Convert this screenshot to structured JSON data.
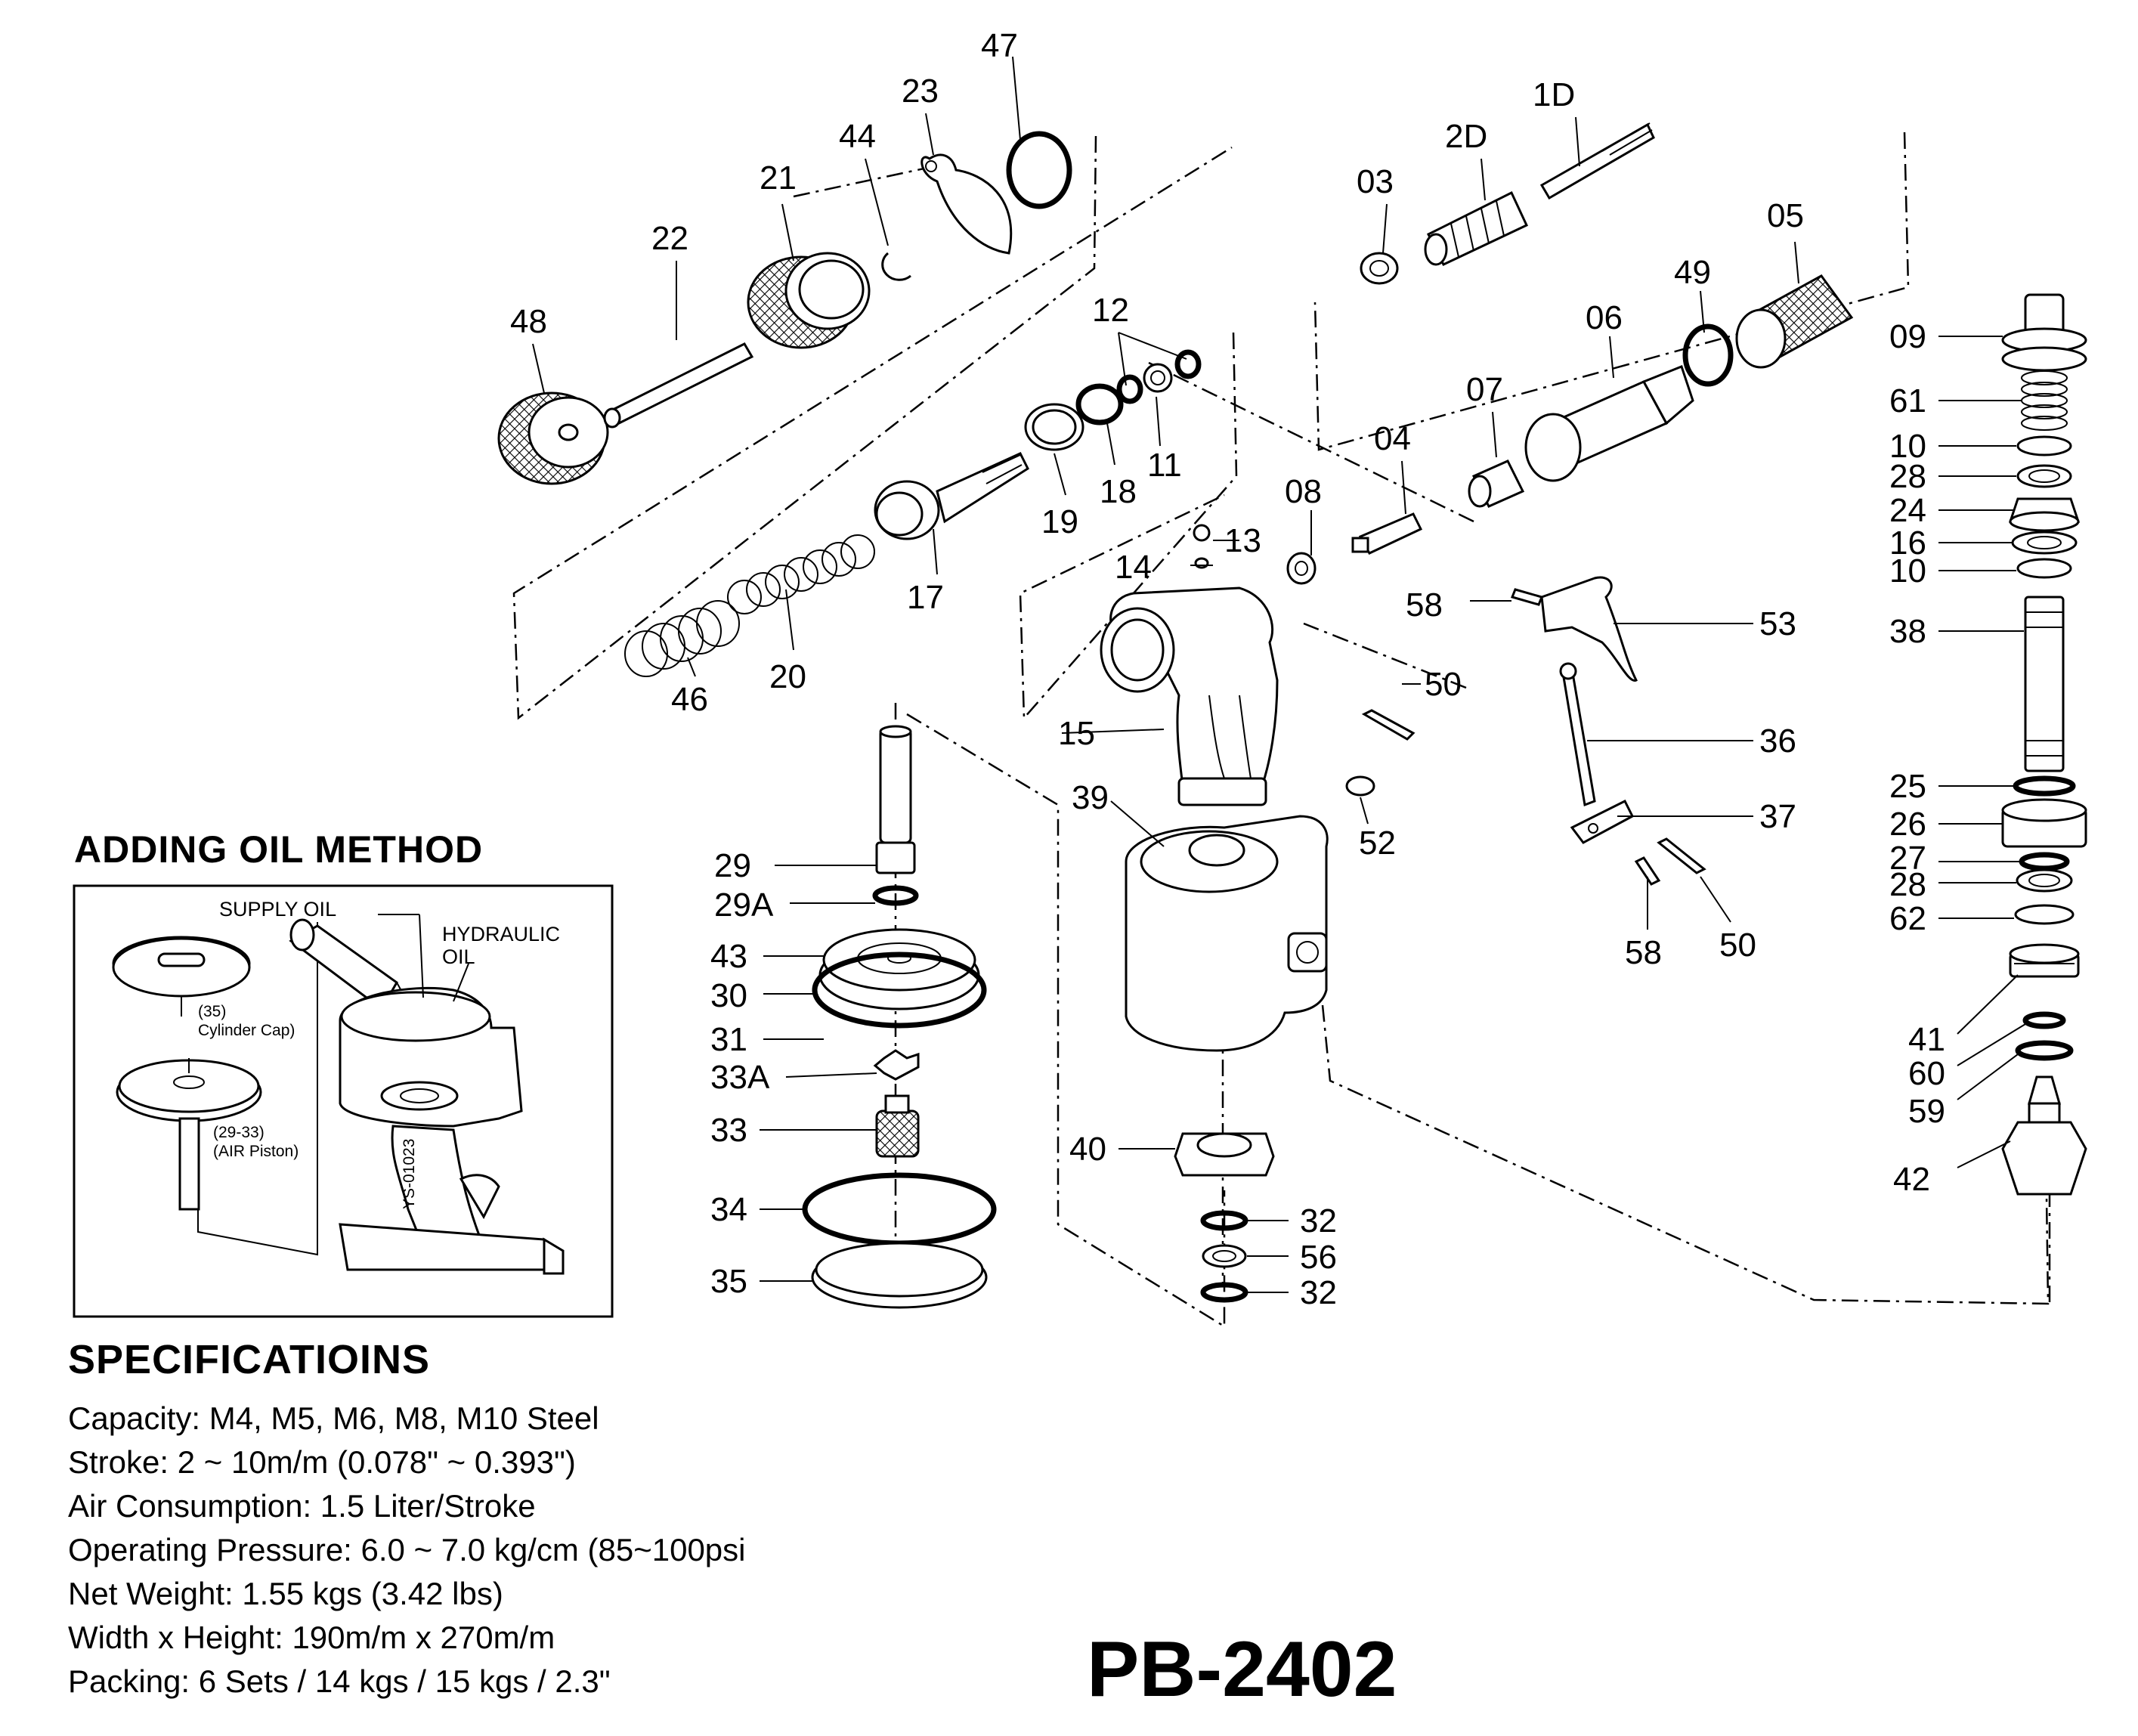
{
  "oil_method": {
    "title": "ADDING OIL METHOD",
    "supply_oil": "SUPPLY OIL",
    "hydraulic_line1": "HYDRAULIC",
    "hydraulic_line2": "OIL",
    "cap_ref": "(35)",
    "cap_name": "Cylinder Cap)",
    "piston_ref": "(29-33)",
    "piston_name": "(AIR Piston)",
    "serial": "YS-01023"
  },
  "specifications": {
    "title": "SPECIFICATIOINS",
    "lines": [
      "Capacity: M4, M5, M6, M8, M10 Steel",
      "Stroke: 2 ~ 10m/m (0.078\" ~ 0.393\")",
      "Air Consumption: 1.5 Liter/Stroke",
      "Operating Pressure: 6.0 ~ 7.0 kg/cm (85~100psi",
      "Net Weight: 1.55 kgs (3.42 lbs)",
      "Width x Height: 190m/m x 270m/m",
      "Packing: 6 Sets / 14 kgs / 15 kgs / 2.3\""
    ]
  },
  "model": "PB-2402",
  "part_labels": {
    "p47": "47",
    "p23": "23",
    "p44": "44",
    "p21": "21",
    "p22": "22",
    "p48": "48",
    "p12": "12",
    "p11": "11",
    "p18": "18",
    "p19": "19",
    "p17": "17",
    "p20": "20",
    "p46": "46",
    "p1D": "1D",
    "p2D": "2D",
    "p03": "03",
    "p05": "05",
    "p49": "49",
    "p06": "06",
    "p07": "07",
    "p04": "04",
    "p08": "08",
    "p13": "13",
    "p14": "14",
    "p15": "15",
    "p58a": "58",
    "p53": "53",
    "p50a": "50",
    "p36": "36",
    "p37": "37",
    "p58b": "58",
    "p50b": "50",
    "p39": "39",
    "p52": "52",
    "p29": "29",
    "p29A": "29A",
    "p43": "43",
    "p30": "30",
    "p31": "31",
    "p33A": "33A",
    "p33": "33",
    "p34": "34",
    "p35": "35",
    "p40": "40",
    "p32a": "32",
    "p56": "56",
    "p32b": "32",
    "p09": "09",
    "p61": "61",
    "p10a": "10",
    "p28a": "28",
    "p24": "24",
    "p16": "16",
    "p10b": "10",
    "p38": "38",
    "p25": "25",
    "p26": "26",
    "p27": "27",
    "p28b": "28",
    "p62": "62",
    "p41": "41",
    "p60": "60",
    "p59": "59",
    "p42": "42"
  }
}
